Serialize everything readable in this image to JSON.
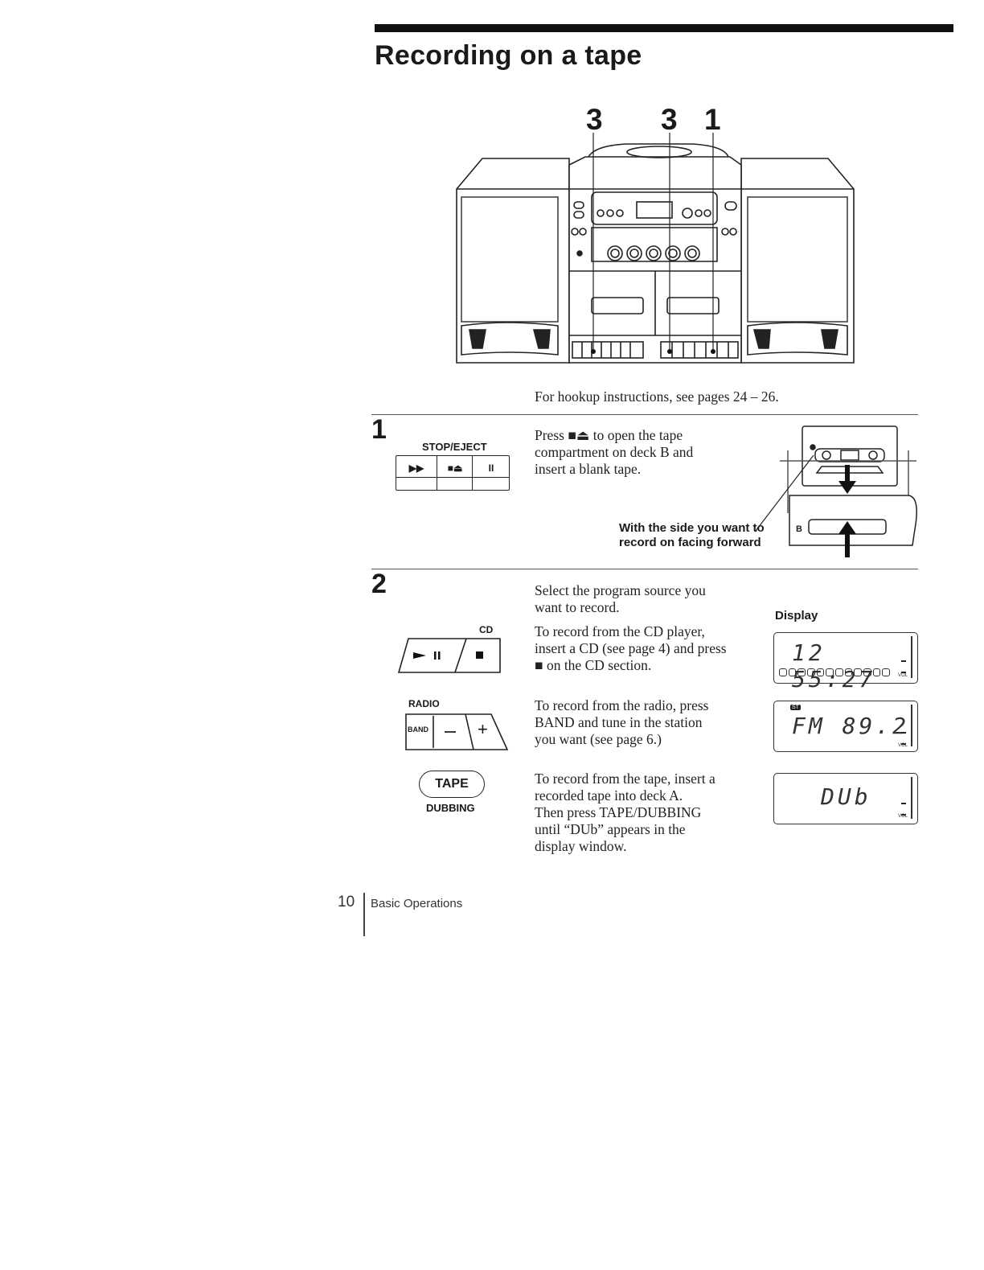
{
  "page": {
    "title": "Recording on a tape",
    "callouts": [
      "3",
      "3",
      "1"
    ],
    "hookup_note": "For hookup instructions, see pages 24 – 26."
  },
  "step1": {
    "number": "1",
    "button_group_label": "STOP/EJECT",
    "buttons": [
      "▶▶",
      "■⏏",
      "II"
    ],
    "text_line1": "Press ■⏏ to open the tape",
    "text_line2": "compartment on deck B  and",
    "text_line3": "insert a blank tape.",
    "note_line1": "With the side you want to",
    "note_line2": "record on facing forward",
    "deck_label": "B"
  },
  "step2": {
    "number": "2",
    "intro_line1": "Select the program source you",
    "intro_line2": "want to record.",
    "display_label": "Display",
    "cd": {
      "label": "CD",
      "play_symbol": "▶ II",
      "stop_symbol": "■",
      "text_line1": "To record from the CD player,",
      "text_line2": "insert a CD (see page 4) and press",
      "text_line3": "■ on the CD section.",
      "display_value": "12  55:27"
    },
    "radio": {
      "label": "RADIO",
      "band_label": "BAND",
      "minus": "–",
      "plus": "+",
      "text_line1": "To record from the radio, press",
      "text_line2": "BAND and tune in the station",
      "text_line3": "you want (see page 6.)",
      "display_value": "FM  89.2",
      "st_badge": "ST"
    },
    "tape": {
      "button_label": "TAPE",
      "sub_label": "DUBBING",
      "text_line1": "To record from the tape, insert a",
      "text_line2": "recorded tape into deck A.",
      "text_line3": "Then press  TAPE/DUBBING",
      "text_line4": "until “DUb” appears in the",
      "text_line5": "display window.",
      "display_value": "DUb"
    },
    "vol_label": "VOL"
  },
  "footer": {
    "page_number": "10",
    "section": "Basic Operations"
  }
}
